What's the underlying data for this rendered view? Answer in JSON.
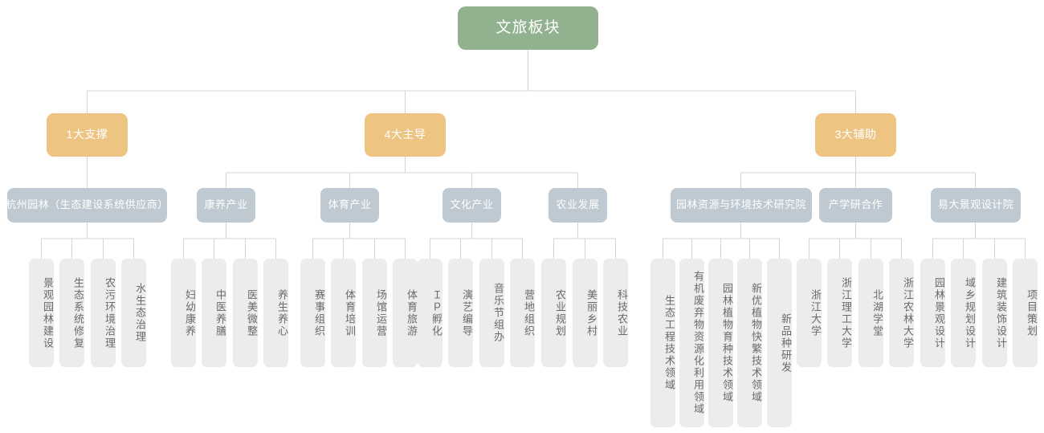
{
  "diagram": {
    "title": "文旅板块",
    "colors": {
      "root": "#92b18e",
      "level2": "#eec483",
      "level3": "#bfc9d1",
      "leaf": "#ececec",
      "connector": "#d4d4d4",
      "background": "#ffffff"
    },
    "root": {
      "label": "文旅板块"
    },
    "level2": [
      {
        "label": "1大支撑"
      },
      {
        "label": "4大主导"
      },
      {
        "label": "3大辅助"
      }
    ],
    "level3": [
      {
        "label": "杭州园林（生态建设系统供应商）"
      },
      {
        "label": "康养产业"
      },
      {
        "label": "体育产业"
      },
      {
        "label": "文化产业"
      },
      {
        "label": "农业发展"
      },
      {
        "label": "园林资源与环境技术研究院"
      },
      {
        "label": "产学研合作"
      },
      {
        "label": "易大景观设计院"
      }
    ],
    "leaves": [
      {
        "label": "景观园林建设"
      },
      {
        "label": "生态系统修复"
      },
      {
        "label": "农污环境治理"
      },
      {
        "label": "水生态治理"
      },
      {
        "label": "妇幼康养"
      },
      {
        "label": "中医养膳"
      },
      {
        "label": "医美微整"
      },
      {
        "label": "养生养心"
      },
      {
        "label": "赛事组织"
      },
      {
        "label": "体育培训"
      },
      {
        "label": "场馆运营"
      },
      {
        "label": "体育旅游"
      },
      {
        "label": "Ｉｐ孵化"
      },
      {
        "label": "演艺编导"
      },
      {
        "label": "音乐节组办"
      },
      {
        "label": "营地组织"
      },
      {
        "label": "农业规划"
      },
      {
        "label": "美丽乡村"
      },
      {
        "label": "科技农业"
      },
      {
        "label": "生态工程技术领域"
      },
      {
        "label": "有机废弃物资源化利用领域"
      },
      {
        "label": "园林植物育种技术领域"
      },
      {
        "label": "新优植物快繁技术领域"
      },
      {
        "label": "新品种研发"
      },
      {
        "label": "浙江大学"
      },
      {
        "label": "浙江理工大学"
      },
      {
        "label": "北湖学堂"
      },
      {
        "label": "浙江农林大学"
      },
      {
        "label": "园林景观设计"
      },
      {
        "label": "域乡规划设计"
      },
      {
        "label": "建筑装饰设计"
      },
      {
        "label": "项目策划"
      }
    ]
  }
}
